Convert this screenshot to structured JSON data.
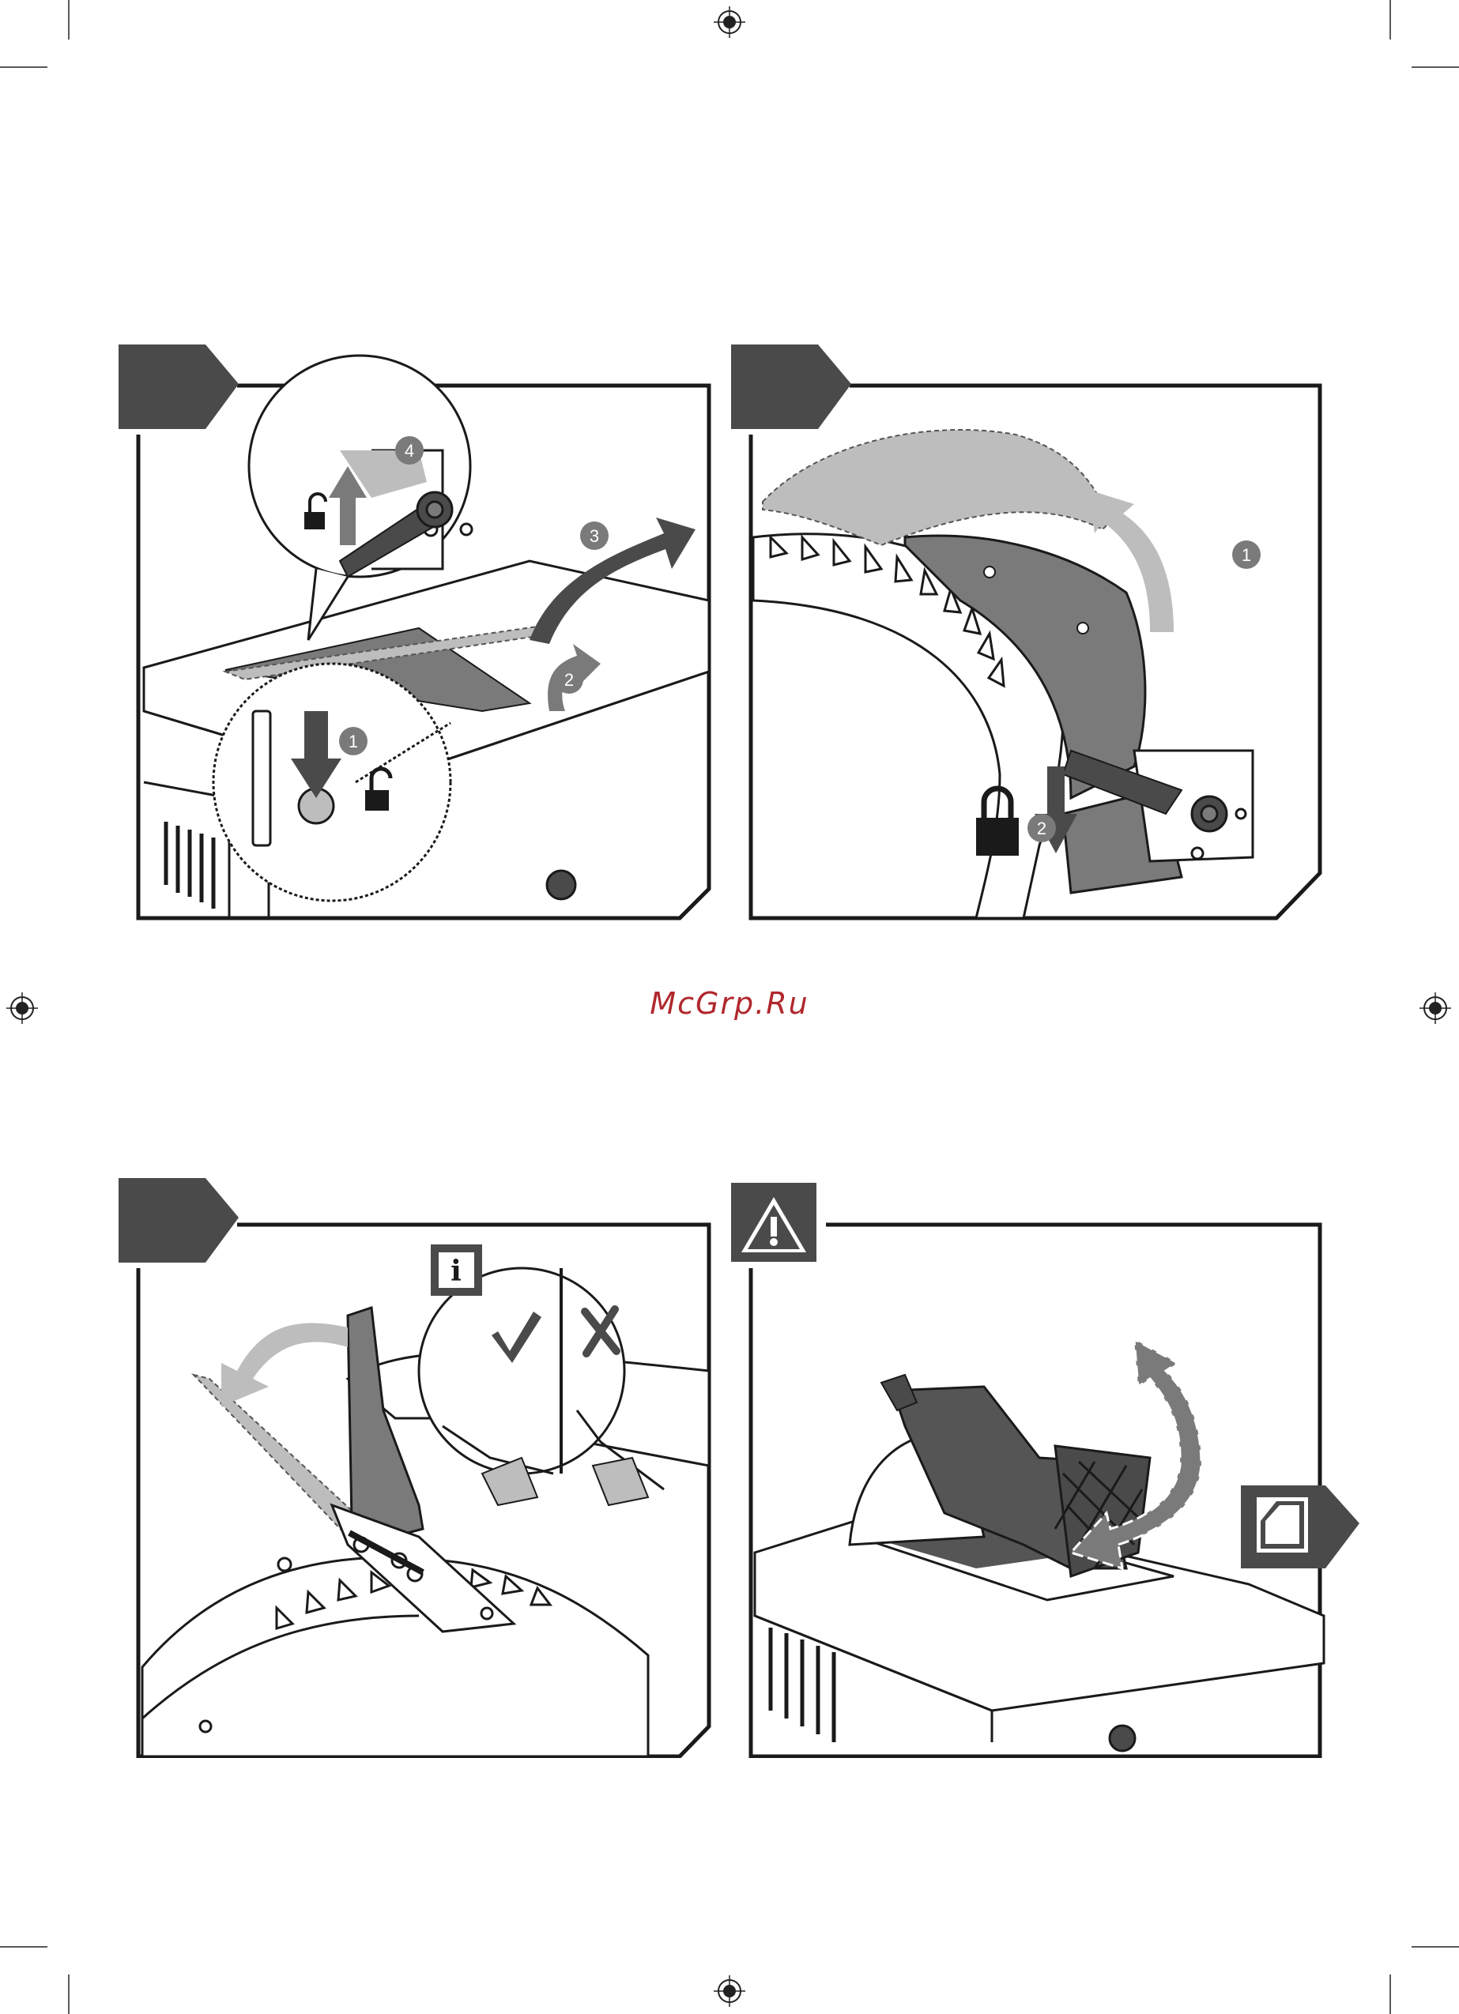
{
  "watermark": "McGrp.Ru",
  "colors": {
    "dark": "#4a4a4a",
    "mid": "#7a7a7a",
    "light": "#bdbdbd",
    "line": "#1a1a1a",
    "watermark": "#b0282d"
  },
  "panels": [
    {
      "id": "panel-1",
      "tab_icon": "step-tab",
      "steps": [
        "1",
        "2",
        "3",
        "4"
      ],
      "icons": [
        "unlock-icon",
        "unlock-icon",
        "arrow-down-icon",
        "arrow-up-icon",
        "arrow-right-curved-icon"
      ]
    },
    {
      "id": "panel-2",
      "tab_icon": "step-tab",
      "steps": [
        "1",
        "2"
      ],
      "icons": [
        "lock-icon",
        "arrow-down-icon",
        "arrow-up-curved-icon"
      ]
    },
    {
      "id": "panel-3",
      "tab_icon": "step-tab",
      "icons": [
        "info-icon",
        "check-icon",
        "cross-icon",
        "arrow-left-curved-icon"
      ]
    },
    {
      "id": "panel-4",
      "tab_icon": "warning-icon",
      "icons": [
        "warning-icon",
        "double-curved-arrow-icon",
        "page-reference-icon"
      ]
    }
  ]
}
